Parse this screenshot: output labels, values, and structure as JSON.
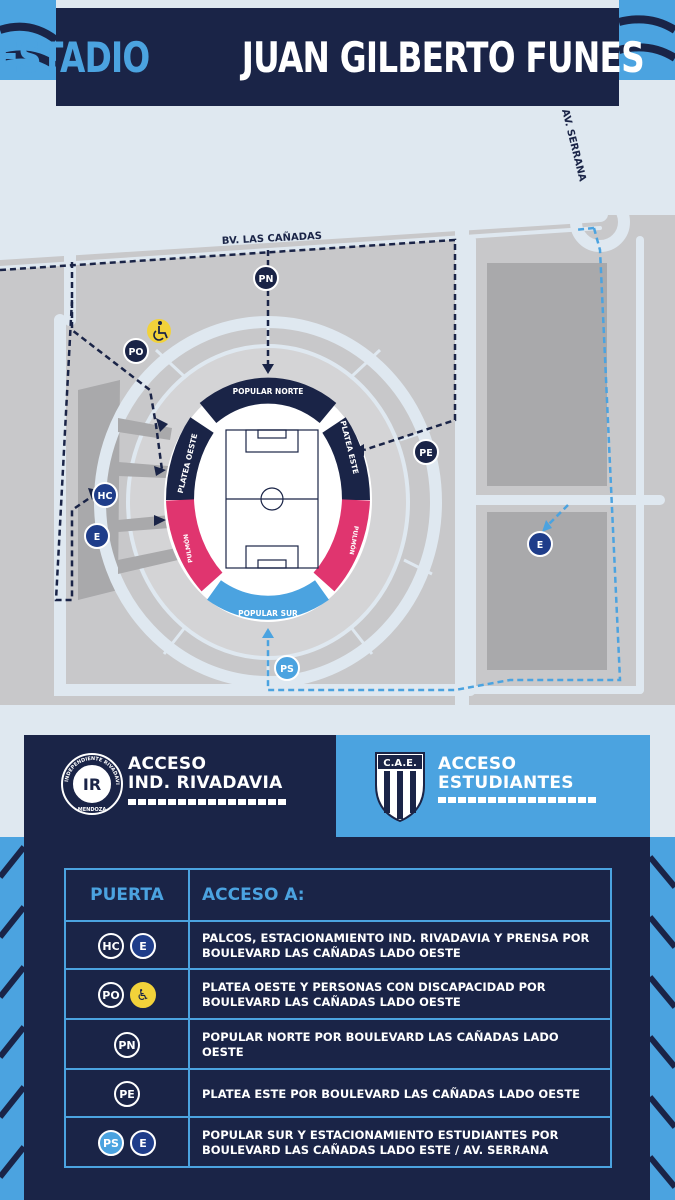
{
  "title": {
    "prefix": "ESTADIO",
    "name": "JUAN GILBERTO FUNES"
  },
  "streets": {
    "bv": "BV. LAS CAÑADAS",
    "av": "AV. SERRANA"
  },
  "stands": {
    "north": "POPULAR NORTE",
    "west": "PLATEA OESTE",
    "east": "PLATEA ESTE",
    "south": "POPULAR SUR",
    "pulmon_left": "PULMÓN",
    "pulmon_right": "PULMÓN"
  },
  "gates": {
    "pn": "PN",
    "po": "PO",
    "pe": "PE",
    "ps": "PS",
    "hc": "HC",
    "e": "E",
    "accessible_icon": "wheelchair-icon"
  },
  "access": {
    "rivadavia": {
      "line1": "ACCESO",
      "line2": "IND. RIVADAVIA",
      "crest_ring": "INDEPENDIENTE RIVADAVIA",
      "crest_bottom": "MENDOZA",
      "crest_letters": "IR"
    },
    "estudiantes": {
      "line1": "ACCESO",
      "line2": "ESTUDIANTES",
      "crest_letters": "C.A.E."
    }
  },
  "table": {
    "col_gate": "PUERTA",
    "col_access": "ACCESO A:",
    "rows": [
      {
        "gates": [
          "HC",
          "E"
        ],
        "text": "PALCOS, ESTACIONAMIENTO IND. RIVADAVIA Y PRENSA POR BOULEVARD LAS CAÑADAS LADO OESTE"
      },
      {
        "gates": [
          "PO",
          "wheelchair"
        ],
        "text": "PLATEA OESTE Y PERSONAS CON DISCAPACIDAD POR BOULEVARD LAS CAÑADAS LADO OESTE"
      },
      {
        "gates": [
          "PN"
        ],
        "text": "POPULAR NORTE POR BOULEVARD LAS CAÑADAS LADO OESTE"
      },
      {
        "gates": [
          "PE"
        ],
        "text": "PLATEA ESTE POR BOULEVARD LAS CAÑADAS LADO OESTE"
      },
      {
        "gates": [
          "PS",
          "E"
        ],
        "text": "POPULAR SUR Y ESTACIONAMIENTO ESTUDIANTES POR BOULEVARD LAS CAÑADAS LADO ESTE / AV. SERRANA"
      }
    ]
  },
  "colors": {
    "navy": "#1a2447",
    "blue": "#4ba3e0",
    "pink": "#e0356f",
    "yellow": "#f2d23a",
    "gray": "#c8c8ca",
    "light": "#dfe8f0"
  }
}
